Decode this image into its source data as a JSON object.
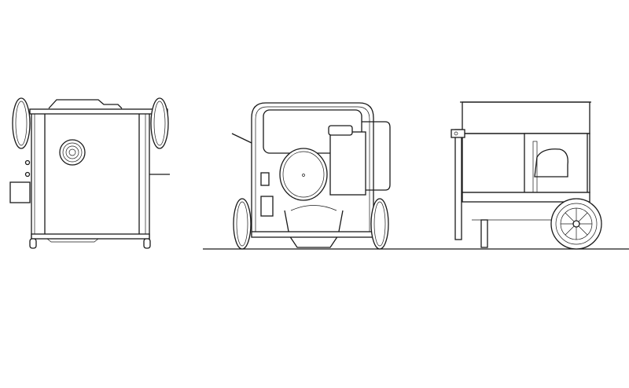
{
  "drawing": {
    "views": [
      "side-view-left",
      "front-view",
      "side-view-right"
    ],
    "line_color": "#1a1a1a",
    "background_color": "#ffffff"
  }
}
